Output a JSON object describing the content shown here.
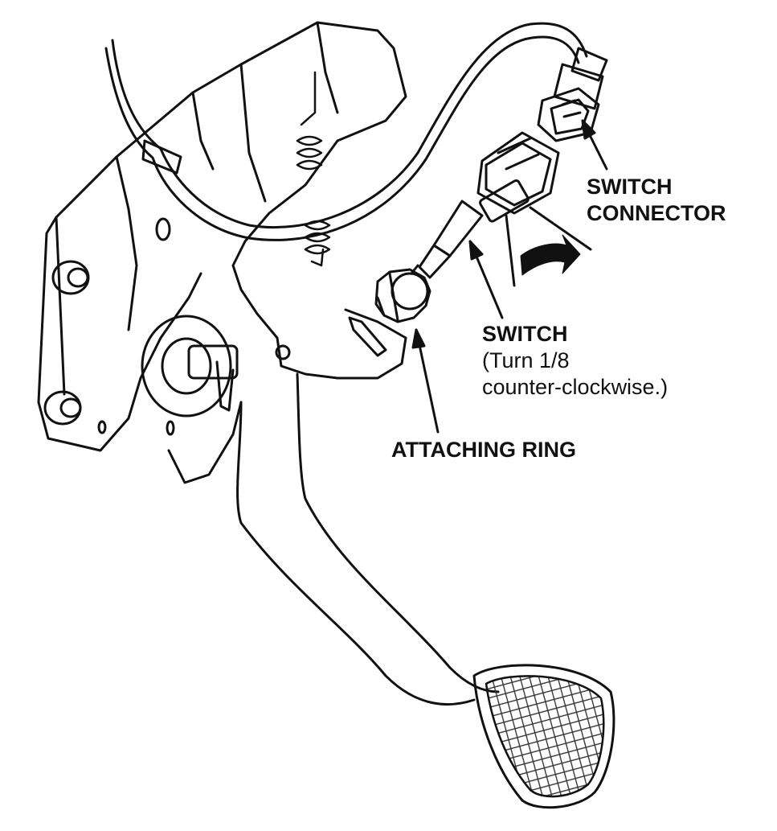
{
  "colors": {
    "ink": "#111111",
    "paper": "#ffffff",
    "grid": "#333333"
  },
  "labels": {
    "switch_connector": {
      "line1": "SWITCH",
      "line2": "CONNECTOR"
    },
    "switch": {
      "title": "SWITCH",
      "note_line1": "(Turn 1/8",
      "note_line2": "counter-clockwise.)"
    },
    "attaching_ring": "ATTACHING RING"
  },
  "icons": [
    "rotation-arrow-icon"
  ]
}
